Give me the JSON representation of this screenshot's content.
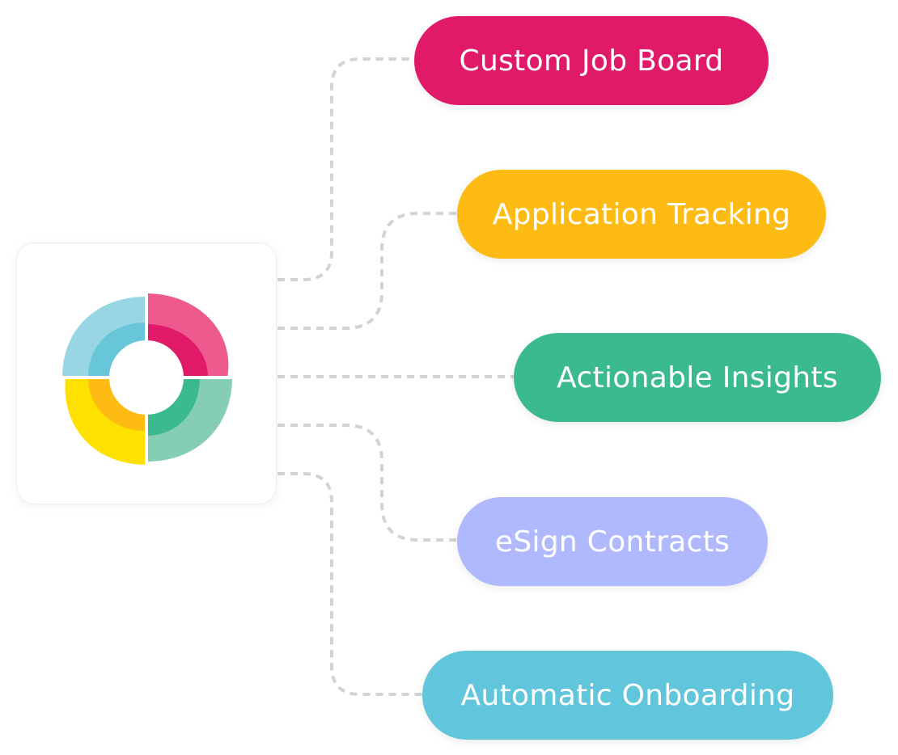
{
  "features": [
    {
      "label": "Custom Job Board",
      "color": "#e01968"
    },
    {
      "label": "Application Tracking",
      "color": "#fdbb13"
    },
    {
      "label": "Actionable Insights",
      "color": "#3aba8e"
    },
    {
      "label": "eSign Contracts",
      "color": "#b0b8fe"
    },
    {
      "label": "Automatic Onboarding",
      "color": "#61c6dc"
    }
  ],
  "logo": {
    "segments": [
      {
        "name": "logo-segment-blue",
        "outer_color": "#98d6e3",
        "inner_color": "#68c6da"
      },
      {
        "name": "logo-segment-pink",
        "outer_color": "#ee5a8d",
        "inner_color": "#e01968"
      },
      {
        "name": "logo-segment-green",
        "outer_color": "#85ceb5",
        "inner_color": "#3aba8e"
      },
      {
        "name": "logo-segment-yellow",
        "outer_color": "#ffe100",
        "inner_color": "#fdbb13"
      }
    ]
  },
  "connector_color": "#d3d3d3"
}
